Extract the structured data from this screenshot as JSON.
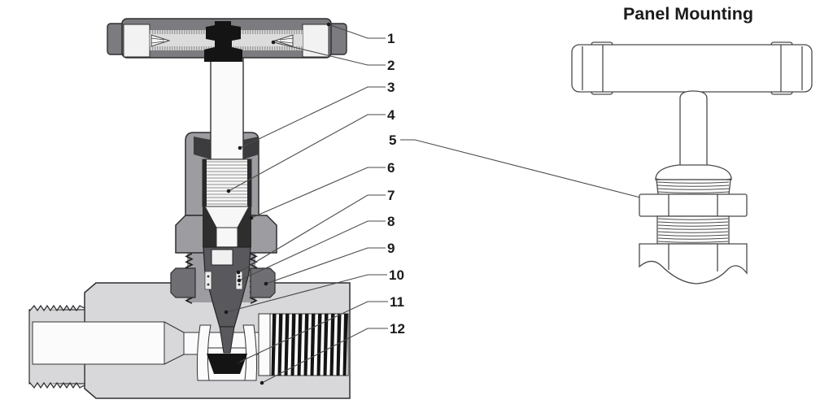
{
  "figure": {
    "panel_label": "Panel Mounting",
    "callouts": [
      {
        "label": "1"
      },
      {
        "label": "2"
      },
      {
        "label": "3"
      },
      {
        "label": "4"
      },
      {
        "label": "5"
      },
      {
        "label": "6"
      },
      {
        "label": "7"
      },
      {
        "label": "8"
      },
      {
        "label": "9"
      },
      {
        "label": "10"
      },
      {
        "label": "11"
      },
      {
        "label": "12"
      }
    ]
  },
  "palette": {
    "background": "#ffffff",
    "outline": "#2f2f31",
    "handle_gray": "#7c7c80",
    "bonnet_gray": "#9d9da1",
    "gland_gray": "#59595d",
    "nut_gray": "#6f6f73",
    "body_gray": "#d8d8db",
    "black_parts": "#141414",
    "line_art": "#4a4a4a",
    "label_color": "#1b1b1d"
  }
}
